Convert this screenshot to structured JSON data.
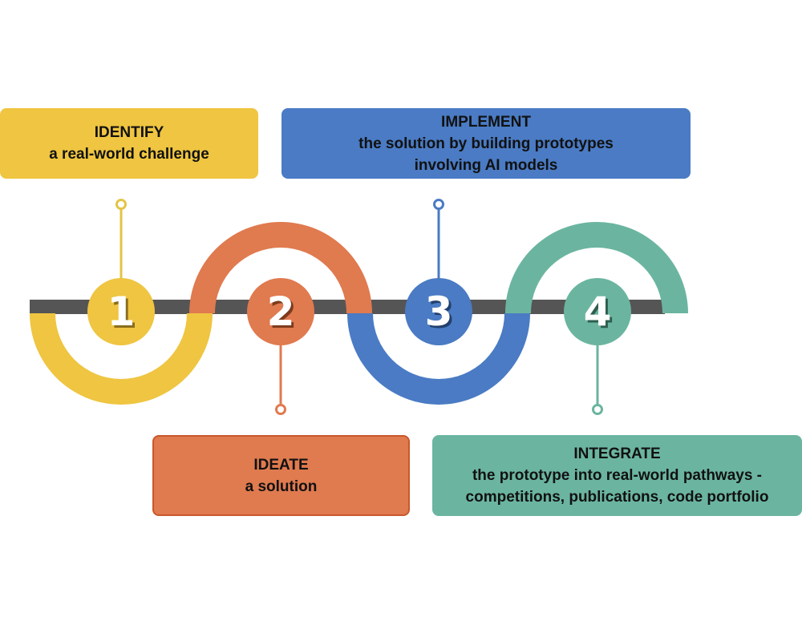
{
  "colors": {
    "step1": "#EFC541",
    "step2": "#E07A4F",
    "step3": "#4A7BC4",
    "step4": "#6BB5A0",
    "track": "#555555"
  },
  "steps": [
    {
      "number": "1",
      "title": "IDENTIFY",
      "lines": [
        "a real-world challenge"
      ]
    },
    {
      "number": "2",
      "title": "IDEATE",
      "lines": [
        "a solution"
      ]
    },
    {
      "number": "3",
      "title": "IMPLEMENT",
      "lines": [
        "the solution by building prototypes",
        "involving AI models"
      ]
    },
    {
      "number": "4",
      "title": "INTEGRATE",
      "lines": [
        "the prototype into real-world pathways -",
        "competitions, publications, code portfolio"
      ]
    }
  ]
}
